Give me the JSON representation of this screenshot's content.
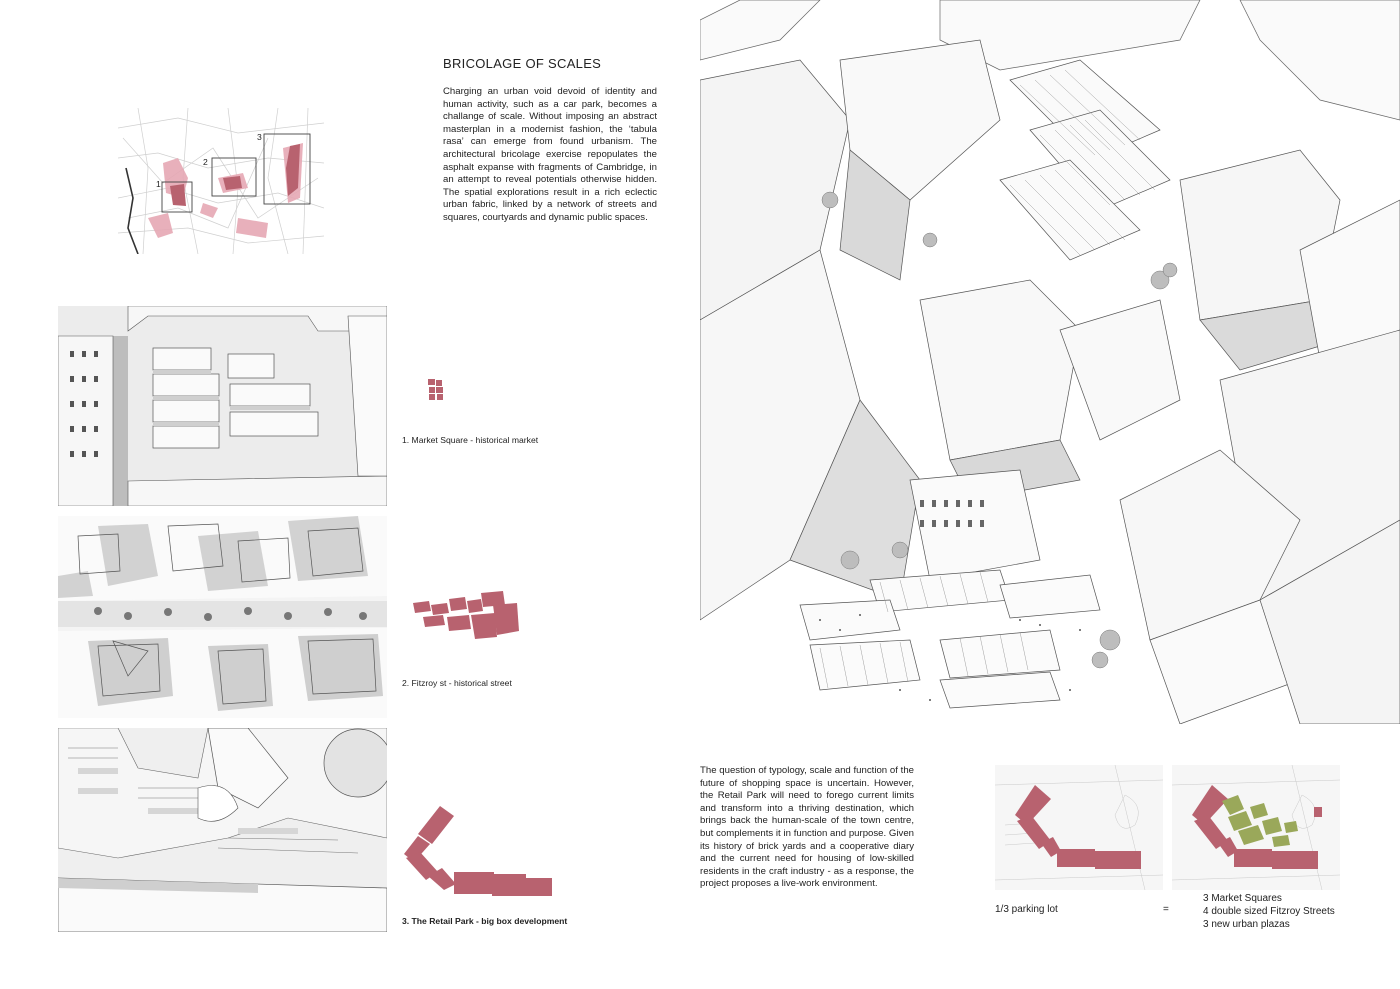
{
  "heading": "BRICOLAGE OF SCALES",
  "intro_text": "Charging an urban void devoid of identity and human activity, such as a car park, becomes a challange of scale. Without imposing an abstract masterplan in a modernist fashion, the ‘tabula rasa’ can emerge from found urbanism. The architectural bricolage exercise repopulates the asphalt expanse with fragments of Cambridge, in an attempt to reveal potentials otherwise hidden. The spatial explorations result in a rich eclectic urban fabric, linked by a network of streets and squares, courtyards and dynamic public spaces.",
  "location_map": {
    "markers": [
      "1",
      "2",
      "3"
    ]
  },
  "case_studies": [
    {
      "caption": "1. Market Square - historical market"
    },
    {
      "caption": "2. Fitzroy st - historical street"
    },
    {
      "caption": "3. The Retail Park - big box development"
    }
  ],
  "proposal_text": "The question of typology, scale and function of the future of shopping space is uncertain. However, the Retail Park will need to forego current limits and transform into a thriving destination, which brings back the human-scale of the town centre, but complements it in function and purpose. Given its history of brick yards and a cooperative diary and the current need for housing of low-skilled residents in the craft industry - as a response, the project proposes a live-work environment.",
  "comparison": {
    "left_label": "1/3 parking lot",
    "equals": "=",
    "results": [
      "3 Market Squares",
      "4 double sized Fitzroy Streets",
      "3 new urban plazas"
    ]
  },
  "colors": {
    "accent_pink": "#b8626f",
    "accent_light_pink": "#e6a8b4",
    "accent_green": "#9aa85a",
    "line_gray": "#555555",
    "shade_gray": "#d6d6d6"
  }
}
